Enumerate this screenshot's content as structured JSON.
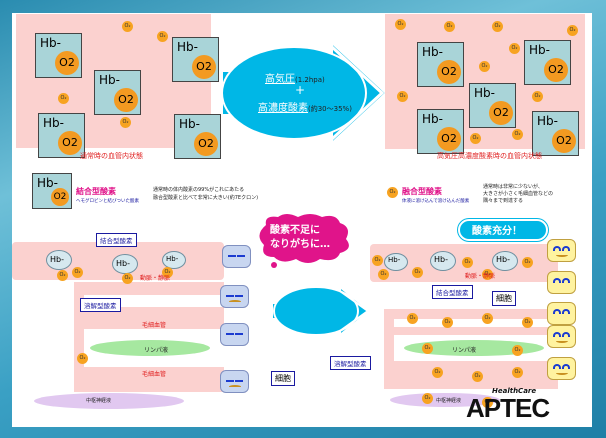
{
  "top": {
    "hb_label": "Hb-",
    "o2_label": "O2",
    "o2_small": "O₂",
    "left_caption": "通常時の血管内状態",
    "right_caption": "高気圧高濃度酸素時の血管内状態",
    "arrow_line1_main": "高気圧",
    "arrow_line1_sub": "(1.2hpa)",
    "arrow_plus": "+",
    "arrow_line2_main": "高濃度酸素",
    "arrow_line2_sub": "(約30～35%)"
  },
  "legend": {
    "bound_title": "結合型酸素",
    "bound_sub": "ヘモグロビンと結びついた酸素",
    "bound_desc1": "通常時の体内酸素の99%がこれにあたる",
    "bound_desc2": "融合型酸素と比べて非常に大きい(約7Eクロン)",
    "dissolved_title": "融合型酸素",
    "dissolved_sub": "体液に溶け込んで溶け込んだ酸素",
    "dissolved_desc1": "通常時は非常に少ないが、",
    "dissolved_desc2": "大きさが小さく毛細血管などの",
    "dissolved_desc3": "隅々まで到達する"
  },
  "bottom": {
    "bound_callout": "結合型酸素",
    "dissolved_callout": "溶解型酸素",
    "artery_vein": "動脈・静脈",
    "capillary": "毛細血管",
    "lymph": "リンパ液",
    "cns": "中枢神経液",
    "cell": "細胞",
    "shortage_line1": "酸素不足に",
    "shortage_line2": "なりがちに…",
    "sufficient": "酸素充分！"
  },
  "brand": {
    "line1": "HealthCare",
    "line2": "APTEC"
  },
  "colors": {
    "pink": "#fbd1cf",
    "orange": "#f39a21",
    "cyan": "#00b7e6",
    "red_text": "#e02020",
    "magenta": "#e0148a"
  }
}
